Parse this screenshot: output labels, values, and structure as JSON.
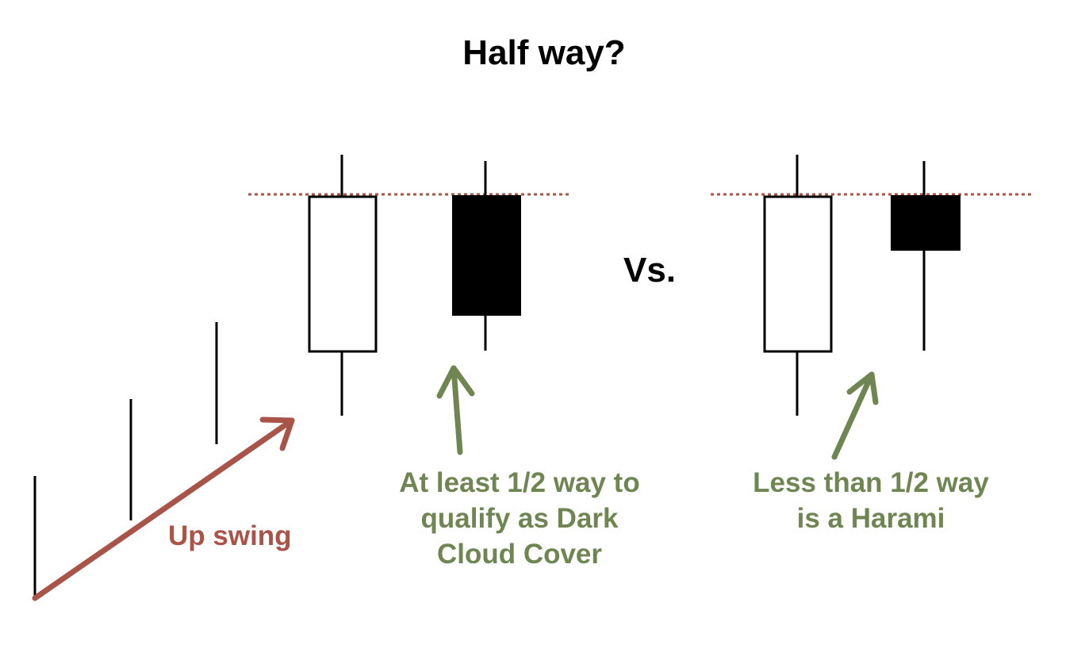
{
  "title": "Half way?",
  "vs_label": "Vs.",
  "up_swing_label": "Up swing",
  "notes": {
    "dark_cloud": [
      "At least 1/2 way to",
      "qualify as Dark",
      "Cloud Cover"
    ],
    "harami": [
      "Less than 1/2 way",
      "is a Harami"
    ]
  },
  "colors": {
    "candle_stroke": "#000000",
    "bearish_fill": "#000000",
    "bullish_fill": "#ffffff",
    "level_line": "#a85448",
    "up_arrow": "#a85448",
    "note_green": "#6f8552"
  }
}
